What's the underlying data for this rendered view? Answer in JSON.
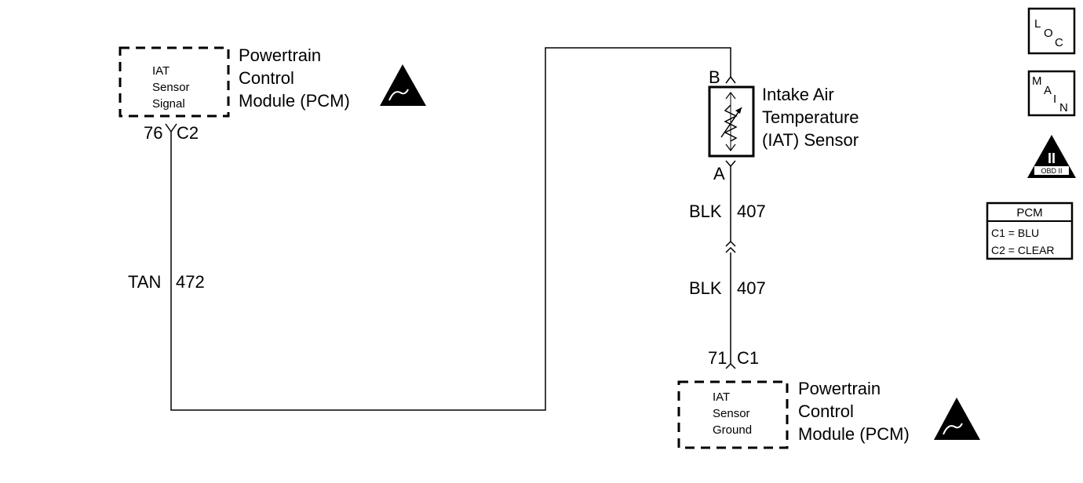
{
  "pcm_top": {
    "box_lines": [
      "IAT",
      "Sensor",
      "Signal"
    ],
    "module_lines": [
      "Powertrain",
      "Control",
      "Module (PCM)"
    ],
    "pin": "76",
    "connector": "C2"
  },
  "wire_left": {
    "color": "TAN",
    "circuit": "472"
  },
  "sensor": {
    "lines": [
      "Intake Air",
      "Temperature",
      "(IAT) Sensor"
    ],
    "pin_top": "B",
    "pin_bottom": "A"
  },
  "wire_right_upper": {
    "color": "BLK",
    "circuit": "407"
  },
  "wire_right_lower": {
    "color": "BLK",
    "circuit": "407"
  },
  "pcm_bottom": {
    "pin": "71",
    "connector": "C1",
    "box_lines": [
      "IAT",
      "Sensor",
      "Ground"
    ],
    "module_lines": [
      "Powertrain",
      "Control",
      "Module (PCM)"
    ]
  },
  "badges": {
    "loc": [
      "L",
      "O",
      "C"
    ],
    "main": [
      "M",
      "A",
      "I",
      "N"
    ],
    "obd": {
      "numeral": "II",
      "label": "OBD II"
    }
  },
  "legend": {
    "title": "PCM",
    "rows": [
      "C1 = BLU",
      "C2 = CLEAR"
    ]
  }
}
